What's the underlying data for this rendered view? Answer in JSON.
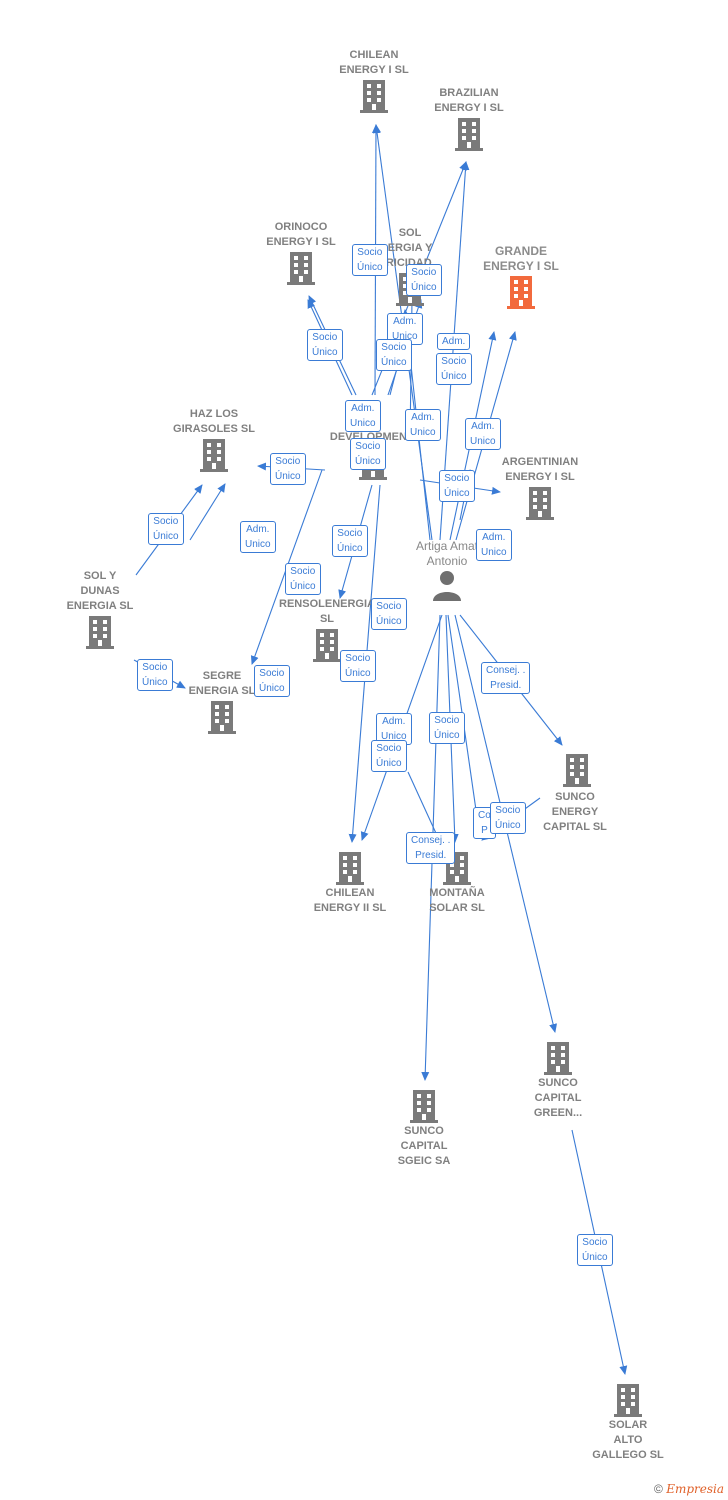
{
  "colors": {
    "edge": "#3a7bd5",
    "company_icon": "#7a7a7a",
    "focus_icon": "#f26a3d",
    "person_icon": "#6f6f6f"
  },
  "person": {
    "name": "Artiga Amat\nAntonio",
    "icon": "person-icon"
  },
  "companies": [
    {
      "id": "chilean1",
      "name": "CHILEAN\nENERGY I  SL",
      "icon": "building-icon"
    },
    {
      "id": "brazilian",
      "name": "BRAZILIAN\nENERGY I  SL",
      "icon": "building-icon"
    },
    {
      "id": "orinoco",
      "name": "ORINOCO\nENERGY I  SL",
      "icon": "building-icon"
    },
    {
      "id": "sol",
      "name": "SOL\nERGIA Y\nTRICIDAD...",
      "icon": "building-icon"
    },
    {
      "id": "grande",
      "name": "GRANDE\nENERGY I  SL",
      "icon": "building-icon",
      "focus": true
    },
    {
      "id": "haz",
      "name": "HAZ LOS\nGIRASOLES  SL",
      "icon": "building-icon"
    },
    {
      "id": "develop",
      "name": "O\nL\nDEVELOPMEN...",
      "icon": "building-icon"
    },
    {
      "id": "argentinian",
      "name": "ARGENTINIAN\nENERGY I  SL",
      "icon": "building-icon"
    },
    {
      "id": "soldunas",
      "name": "SOL Y\nDUNAS\nENERGIA  SL",
      "icon": "building-icon"
    },
    {
      "id": "rensol",
      "name": "RENSOLENERGIA\nSL",
      "icon": "building-icon"
    },
    {
      "id": "segre",
      "name": "SEGRE\nENERGIA  SL",
      "icon": "building-icon"
    },
    {
      "id": "sunco_energy",
      "name": "SUNCO\nENERGY\nCAPITAL  SL",
      "icon": "building-icon"
    },
    {
      "id": "chilean2",
      "name": "CHILEAN\nENERGY II  SL",
      "icon": "building-icon"
    },
    {
      "id": "montana",
      "name": "MONTAÑA\nSOLAR  SL",
      "icon": "building-icon"
    },
    {
      "id": "sunco_green",
      "name": "SUNCO\nCAPITAL\nGREEN...",
      "icon": "building-icon"
    },
    {
      "id": "sunco_sgeic",
      "name": "SUNCO\nCAPITAL\nSGEIC SA",
      "icon": "building-icon"
    },
    {
      "id": "solar_alto",
      "name": "SOLAR\nALTO\nGALLEGO  SL",
      "icon": "building-icon"
    }
  ],
  "edge_labels": [
    "Socio\nÚnico",
    "Socio\nÚnico",
    "Socio\nÚnico",
    "Adm.\nUnico",
    "Adm.\n",
    "Socio\nÚnico",
    "Socio\nÚnico",
    "Adm.\nUnico",
    "Adm.\nUnico",
    "Adm.\nUnico",
    "Socio\nÚnico",
    "Socio\nÚnico",
    "Socio\nÚnico",
    "Socio\nÚnico",
    "Adm.\nUnico",
    "Socio\nÚnico",
    "Socio\nÚnico",
    "Socio\nÚnico",
    "Socio\nÚnico",
    "Socio\nÚnico",
    "Adm.\nUnico",
    "Socio\nÚnico",
    "Adm.\nUnico",
    "Socio\nÚnico",
    "Socio\nÚnico",
    "Consej. .\nPresid.",
    "Co\nP",
    "Socio\nÚnico",
    "Consej. .\nPresid.",
    "Socio\nÚnico"
  ],
  "footer": {
    "copyright": "©",
    "brand": "Empresia"
  }
}
